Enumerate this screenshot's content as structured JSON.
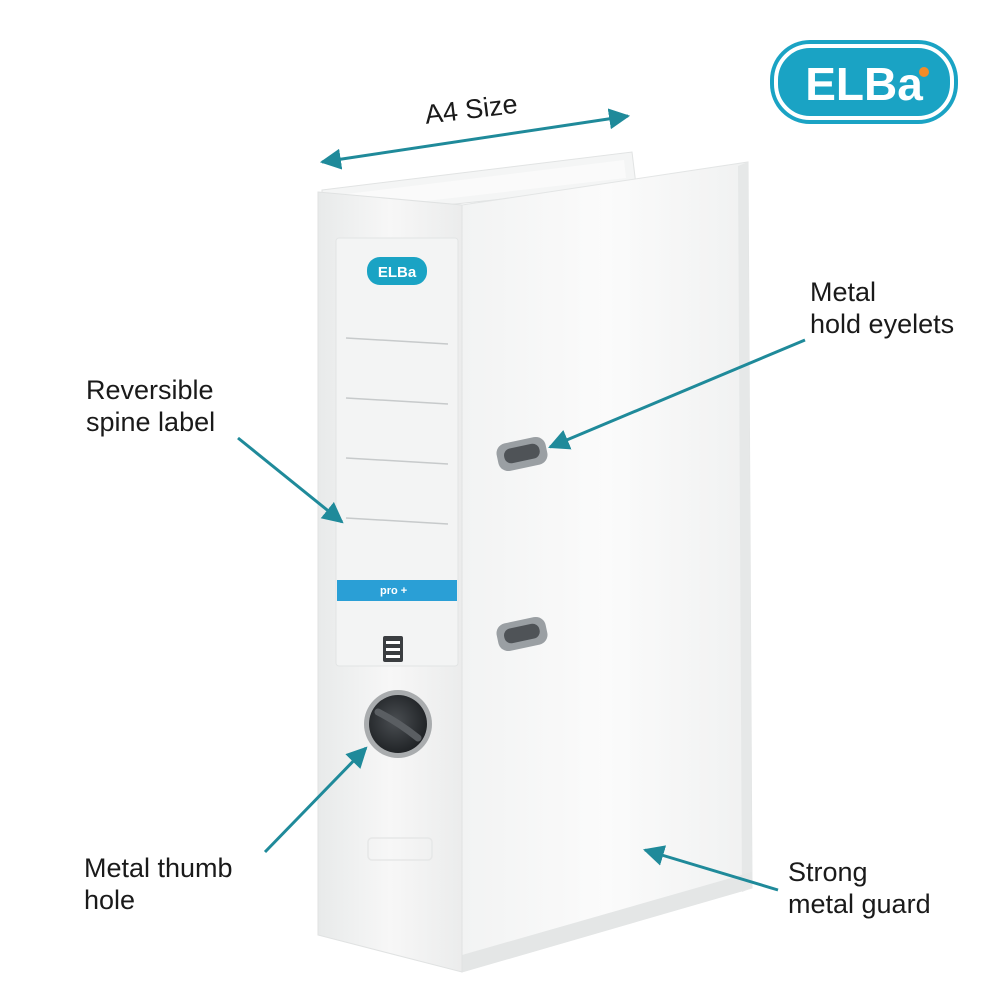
{
  "brand": {
    "logo_text": "ELBa",
    "logo_color": "#1aa3c4",
    "accent_color": "#f28c28"
  },
  "binder": {
    "color": "#ffffff",
    "spine_band_text": "pro +",
    "spine_band_color": "#2a9fd6"
  },
  "callouts": {
    "size": "A4 Size",
    "eyelets": [
      "Metal",
      "hold eyelets"
    ],
    "spine_label": [
      "Reversible",
      "spine label"
    ],
    "thumb_hole": [
      "Metal thumb",
      "hole"
    ],
    "guard": [
      "Strong",
      "metal guard"
    ]
  },
  "arrow_color": "#1f8a9a"
}
